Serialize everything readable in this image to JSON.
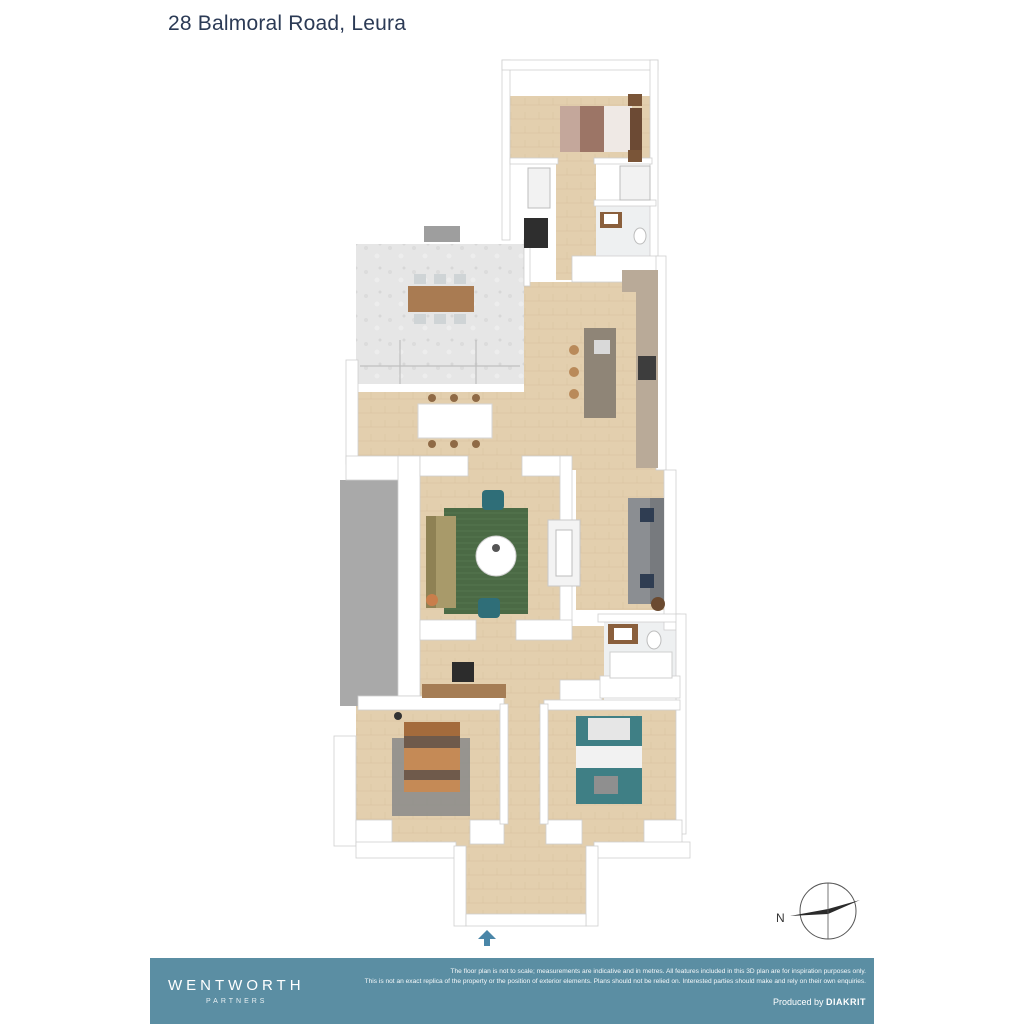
{
  "title": "28 Balmoral Road, Leura",
  "plan": {
    "icons": [
      "bed-icon",
      "sofa-icon",
      "dining-table-icon",
      "kitchen-island-icon",
      "toilet-icon",
      "shower-icon",
      "desk-icon",
      "rug-icon"
    ]
  },
  "compass": {
    "north_label": "N"
  },
  "footer": {
    "brand": "WENTWORTH",
    "brand_sub": "PARTNERS",
    "disclaimer_line1": "The floor plan is not to scale; measurements are indicative and in metres. All features included in this 3D plan are for inspiration purposes only.",
    "disclaimer_line2": "This is not an exact replica of the property or the position of exterior elements. Plans should not be relied on. Interested parties should make and rely on their own enquiries.",
    "produced_by": "Produced by",
    "producer": "DIAKRIT"
  },
  "colors": {
    "footer_bg": "#5b8ea3",
    "title": "#2b3a55",
    "floor": "#e3cfae",
    "wall": "#ffffff",
    "deck": "#e7e7e7",
    "carport": "#a9a9a9",
    "rug_green": "#4b6a45",
    "teal_bed": "#3f7f85",
    "arrow": "#4a86a8"
  }
}
